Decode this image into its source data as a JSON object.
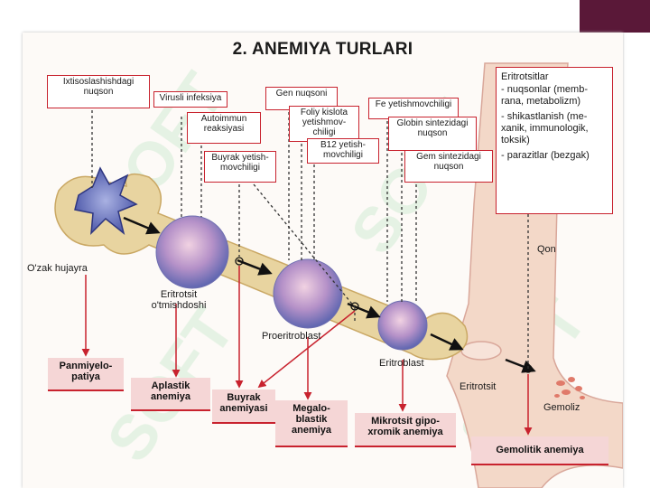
{
  "title": "2. ANEMIYA TURLARI",
  "watermark": "SOFT",
  "causes": {
    "heading": "Eritrotsitlar",
    "items": [
      "- nuqsonlar (memb-\n  rana, metabolizm)",
      "- shikastlanish (me-\n  xanik, immunologik,\n  toksik)",
      "- parazitlar (bezgak)"
    ]
  },
  "defects": {
    "stem": "Ixtisoslashishdagi\nnuqson",
    "viral": "Virusli infeksiya",
    "autoimmune": "Autoimmun\nreaksiyasi",
    "kidney": "Buyrak yetish-\nmovchiligi",
    "gene": "Gen nuqsoni",
    "folate": "Foliy kislota\nyetishmov-\nchiligi",
    "b12": "B12 yetish-\nmovchiligi",
    "iron": "Fe yetishmovchiligi",
    "globin": "Globin sintezidagi\nnuqson",
    "heme": "Gem sintezidagi\nnuqson"
  },
  "cells": {
    "stem": "O'zak hujayra",
    "progenitor": "Eritrotsit\no'tmishdoshi",
    "proerythroblast": "Proeritroblast",
    "erythroblast": "Eritroblast",
    "erythrocyte": "Eritrotsit",
    "blood": "Qon",
    "hemolysis": "Gemoliz"
  },
  "diseases": {
    "pancytopenia": "Panmiyelo-\npatiya",
    "aplastic": "Aplastik\nanemiya",
    "renal": "Buyrak\nanemiyasi",
    "megaloblastic": "Megalo-\nblastik\nanemiya",
    "microcytic": "Mikrotsit gipo-\nxromik anemiya",
    "hemolytic": "Gemolitik anemiya"
  },
  "colors": {
    "accent": "#c8222e",
    "disease_fill": "#f5d6d6",
    "bone": "#e8d4a0",
    "vessel": "#f3d8c8",
    "cell": "#7f86c6",
    "corner": "#5a1838"
  }
}
